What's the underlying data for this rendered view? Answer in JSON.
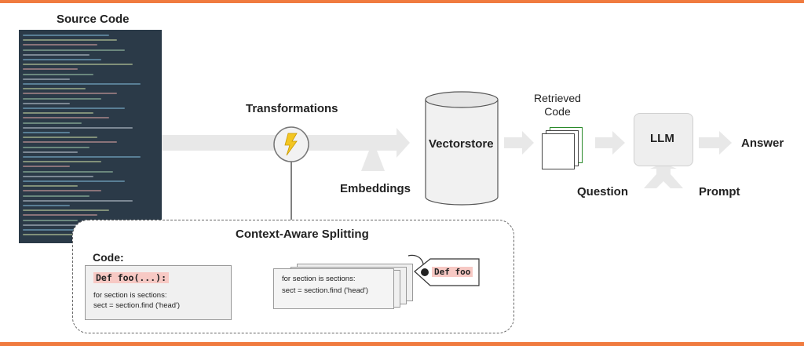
{
  "colors": {
    "accent": "#f07b3f",
    "arrow": "#e8e8e8",
    "code_bg": "#2b3a48",
    "highlight": "#f7c9c4"
  },
  "titles": {
    "source_code": "Source Code",
    "transformations": "Transformations",
    "context_aware_splitting": "Context-Aware Splitting"
  },
  "labels": {
    "embeddings": "Embeddings",
    "vectorstore": "Vectorstore",
    "retrieved_code_line1": "Retrieved",
    "retrieved_code_line2": "Code",
    "llm": "LLM",
    "answer": "Answer",
    "question": "Question",
    "prompt": "Prompt"
  },
  "splitting": {
    "code_label": "Code:",
    "def_foo_call": "Def foo(...):",
    "loop_line": "for section is sections:",
    "find_line": "sect = section.find ('head')",
    "tag_label": "Def foo"
  },
  "icons": {
    "transform": "lightning-bolt-icon",
    "tag": "tag-icon"
  }
}
